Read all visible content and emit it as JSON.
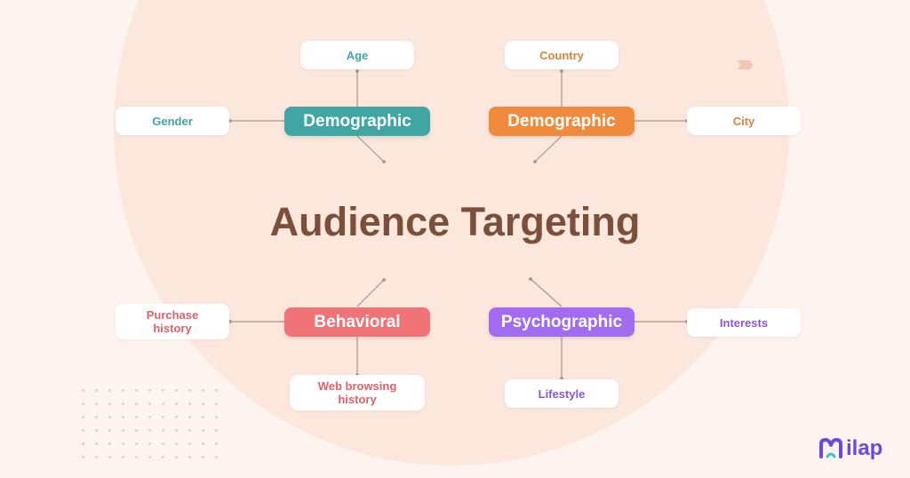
{
  "title": "Audience Targeting",
  "colors": {
    "demographic_teal": "#3fa6a4",
    "demographic_orange": "#f08a3c",
    "behavioral": "#f07378",
    "psychographic": "#a26cf0",
    "title": "#7b4f3a",
    "connector": "#a8958c"
  },
  "groups": {
    "demographic_left": {
      "label": "Demographic",
      "leaves": [
        "Age",
        "Gender"
      ]
    },
    "demographic_right": {
      "label": "Demographic",
      "leaves": [
        "Country",
        "City"
      ]
    },
    "behavioral": {
      "label": "Behavioral",
      "leaves": [
        "Purchase history",
        "Web browsing history"
      ]
    },
    "psychographic": {
      "label": "Psychographic",
      "leaves": [
        "Interests",
        "Lifestyle"
      ]
    }
  },
  "logo": {
    "icon": "milap-m-icon",
    "text": "ilap"
  },
  "decorations": {
    "chevrons": "›››››"
  }
}
